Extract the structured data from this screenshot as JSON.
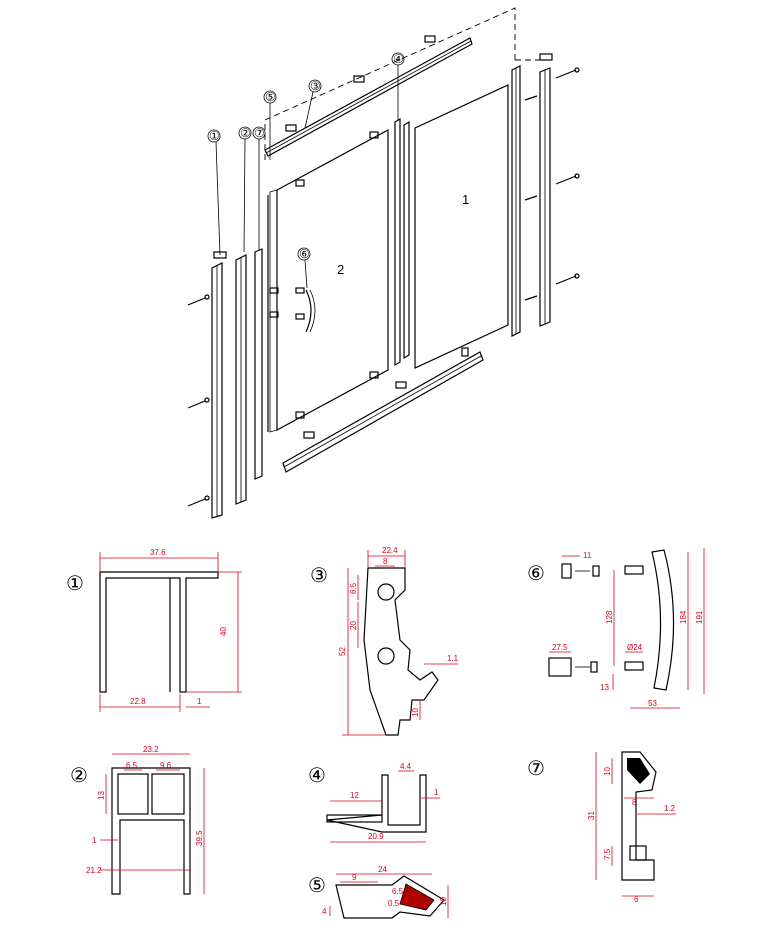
{
  "colors": {
    "line": "#000000",
    "dimension": "#e0001b",
    "background": "#ffffff"
  },
  "assembly": {
    "callouts": [
      "①",
      "②",
      "⑦",
      "⑤",
      "③",
      "④",
      "⑥"
    ],
    "panel_labels": [
      "1",
      "2"
    ]
  },
  "details": [
    {
      "id": "①",
      "dims": [
        "37.6",
        "40",
        "22.8",
        "1"
      ]
    },
    {
      "id": "③",
      "dims": [
        "22.4",
        "8",
        "6.5",
        "20",
        "52",
        "1.1",
        "10"
      ]
    },
    {
      "id": "⑥",
      "dims": [
        "11",
        "128",
        "184",
        "191",
        "27.5",
        "Ø24",
        "13",
        "53"
      ]
    },
    {
      "id": "②",
      "dims": [
        "23.2",
        "6.5",
        "9.6",
        "13",
        "39.5",
        "1",
        "21.2"
      ]
    },
    {
      "id": "④",
      "dims": [
        "4.4",
        "12",
        "1",
        "20.9"
      ]
    },
    {
      "id": "⑦",
      "dims": [
        "10",
        "8",
        "31",
        "1.2",
        "7.5",
        "6"
      ]
    },
    {
      "id": "⑤",
      "dims": [
        "24",
        "9",
        "6.5",
        "0.5",
        "10",
        "4"
      ]
    }
  ]
}
